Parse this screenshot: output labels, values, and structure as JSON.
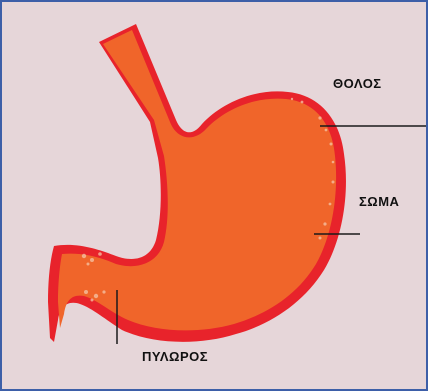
{
  "labels": {
    "fundus": "ΘΟΛΟΣ",
    "body": "ΣΩΜΑ",
    "pylorus": "ΠΥΛΩΡΟΣ"
  },
  "colors": {
    "background": "#e6d6d9",
    "border": "#3d5fa8",
    "stomach_fill": "#f0652a",
    "stomach_lining": "#e8232b",
    "mucosa_speckle": "#f4c6a8",
    "leader_line": "#1a1a1a"
  }
}
